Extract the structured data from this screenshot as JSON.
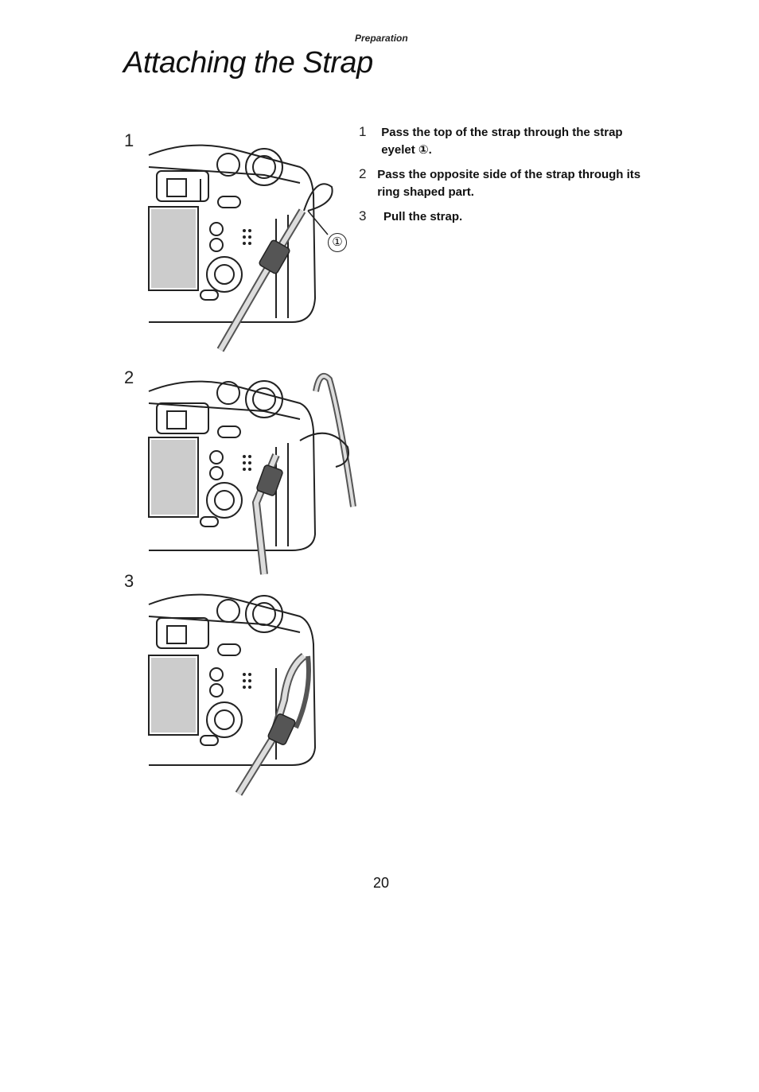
{
  "header": {
    "section": "Preparation",
    "title": "Attaching the Strap"
  },
  "figures": [
    {
      "label": "1",
      "callout": "①"
    },
    {
      "label": "2"
    },
    {
      "label": "3"
    }
  ],
  "steps": [
    {
      "num": "1",
      "text": "Pass the top of the strap through the strap eyelet ①."
    },
    {
      "num": "2",
      "text": "Pass the opposite side of the strap through its ring shaped part."
    },
    {
      "num": "3",
      "text": "Pull the strap."
    }
  ],
  "footer": {
    "page_number": "20"
  }
}
